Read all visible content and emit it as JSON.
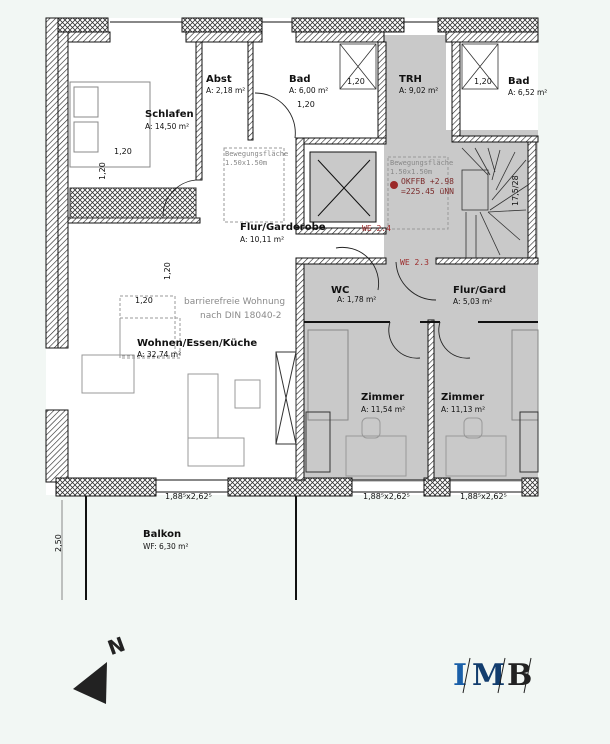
{
  "rooms": {
    "schlafen": {
      "name": "Schlafen",
      "area": "A: 14,50 m²"
    },
    "abst": {
      "name": "Abst",
      "area": "A: 2,18 m²"
    },
    "bad_left": {
      "name": "Bad",
      "area": "A: 6,00 m²"
    },
    "trh": {
      "name": "TRH",
      "area": "A: 9,02 m²"
    },
    "bad_right": {
      "name": "Bad",
      "area": "A: 6,52 m²"
    },
    "flur_garderobe": {
      "name": "Flur/Garderobe",
      "area": "A: 10,11 m²"
    },
    "wc": {
      "name": "WC",
      "area": "A: 1,78 m²"
    },
    "flur_gard": {
      "name": "Flur/Gard",
      "area": "A: 5,03 m²"
    },
    "wohnen": {
      "name": "Wohnen/Essen/Küche",
      "area": "A: 32,74 m²"
    },
    "zimmer1": {
      "name": "Zimmer",
      "area": "A: 11,54 m²"
    },
    "zimmer2": {
      "name": "Zimmer",
      "area": "A: 11,13 m²"
    },
    "balkon": {
      "name": "Balkon",
      "area": "WF: 6,30 m²"
    }
  },
  "units": {
    "we_24": "WE 2.4",
    "we_23": "WE 2.3"
  },
  "annotations": {
    "bewegungsflaeche": "Bewegungsfläche",
    "bewegungsflaeche_size": "1.50x1.50m",
    "okffb": "OKFFB +2.98",
    "nn": "=225.45 üNN",
    "barrierefrei_1": "barrierefreie Wohnung",
    "barrierefrei_2": "nach DIN 18040-2",
    "clearance": "1,20",
    "window": "1,88⁵x2,62⁵",
    "balcony_depth": "2,50",
    "stair": "17,5/28"
  },
  "north_label": "N",
  "logo": {
    "i": "I",
    "m": "M",
    "b": "B",
    "colors": {
      "i": "#1a5fa8",
      "m": "#123d6e",
      "b": "#222222"
    }
  },
  "colors": {
    "background": "#f2f7f4",
    "neighbor_unit": "#c9c9c9",
    "unit_label": "#9b2a2a"
  }
}
